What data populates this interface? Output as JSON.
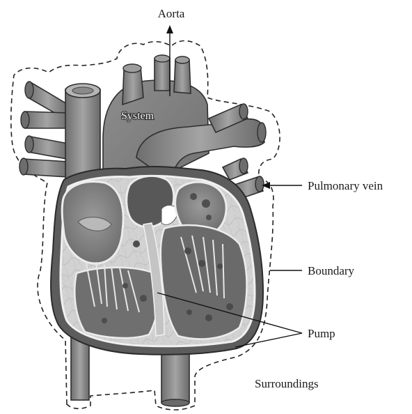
{
  "labels": {
    "aorta": "Aorta",
    "system": "System",
    "pulmonary_vein": "Pulmonary vein",
    "boundary": "Boundary",
    "pump": "Pump",
    "surroundings": "Surroundings"
  },
  "colors": {
    "background": "#ffffff",
    "vessel_dark": "#7a7a7a",
    "vessel_mid": "#9a9a9a",
    "vessel_light": "#b8b8b8",
    "chamber_wall": "#d9d9d9",
    "chamber_interior": "#808080",
    "muscle_tissue": "#cfcfcf",
    "boundary_line": "#222222"
  }
}
